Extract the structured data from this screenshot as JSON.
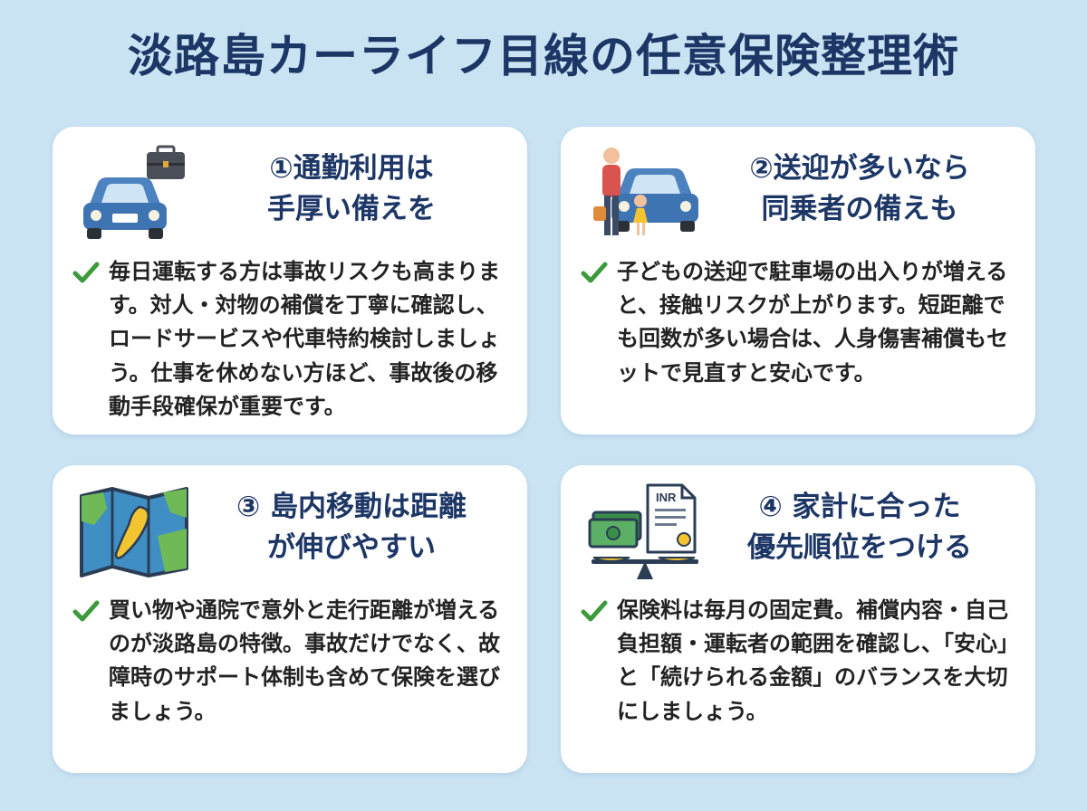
{
  "title": "淡路島カーライフ目線の任意保険整理術",
  "colors": {
    "background": "#c9e3f3",
    "heading": "#1c3666",
    "check": "#3c9a3a",
    "body_text": "#222222"
  },
  "cards": [
    {
      "icon": "car-briefcase-icon",
      "heading_line1": "①通勤利用は",
      "heading_line2": "手厚い備えを",
      "body": "毎日運転する方は事故リスクも高まります。対人・対物の補償を丁寧に確認し、ロードサービスや代車特約検討しましょう。仕事を休めない方ほど、事故後の移動手段確保が重要です。"
    },
    {
      "icon": "family-car-icon",
      "heading_line1": "②送迎が多いなら",
      "heading_line2": "同乗者の備えも",
      "body": "子どもの送迎で駐車場の出入りが増えると、接触リスクが上がります。短距離でも回数が多い場合は、人身傷害補償もセットで見直すと安心です。"
    },
    {
      "icon": "island-map-icon",
      "heading_line1": "③ 島内移動は距離",
      "heading_line2": "が伸びやすい",
      "body": "買い物や通院で意外と走行距離が増えるのが淡路島の特徴。事故だけでなく、故障時のサポート体制も含めて保険を選びましょう。"
    },
    {
      "icon": "money-balance-icon",
      "icon_label": "INR",
      "heading_line1": "④ 家計に合った",
      "heading_line2": "優先順位をつける",
      "body": "保険料は毎月の固定費。補償内容・自己負担額・運転者の範囲を確認し、「安心」と「続けられる金額」のバランスを大切にしましょう。"
    }
  ]
}
